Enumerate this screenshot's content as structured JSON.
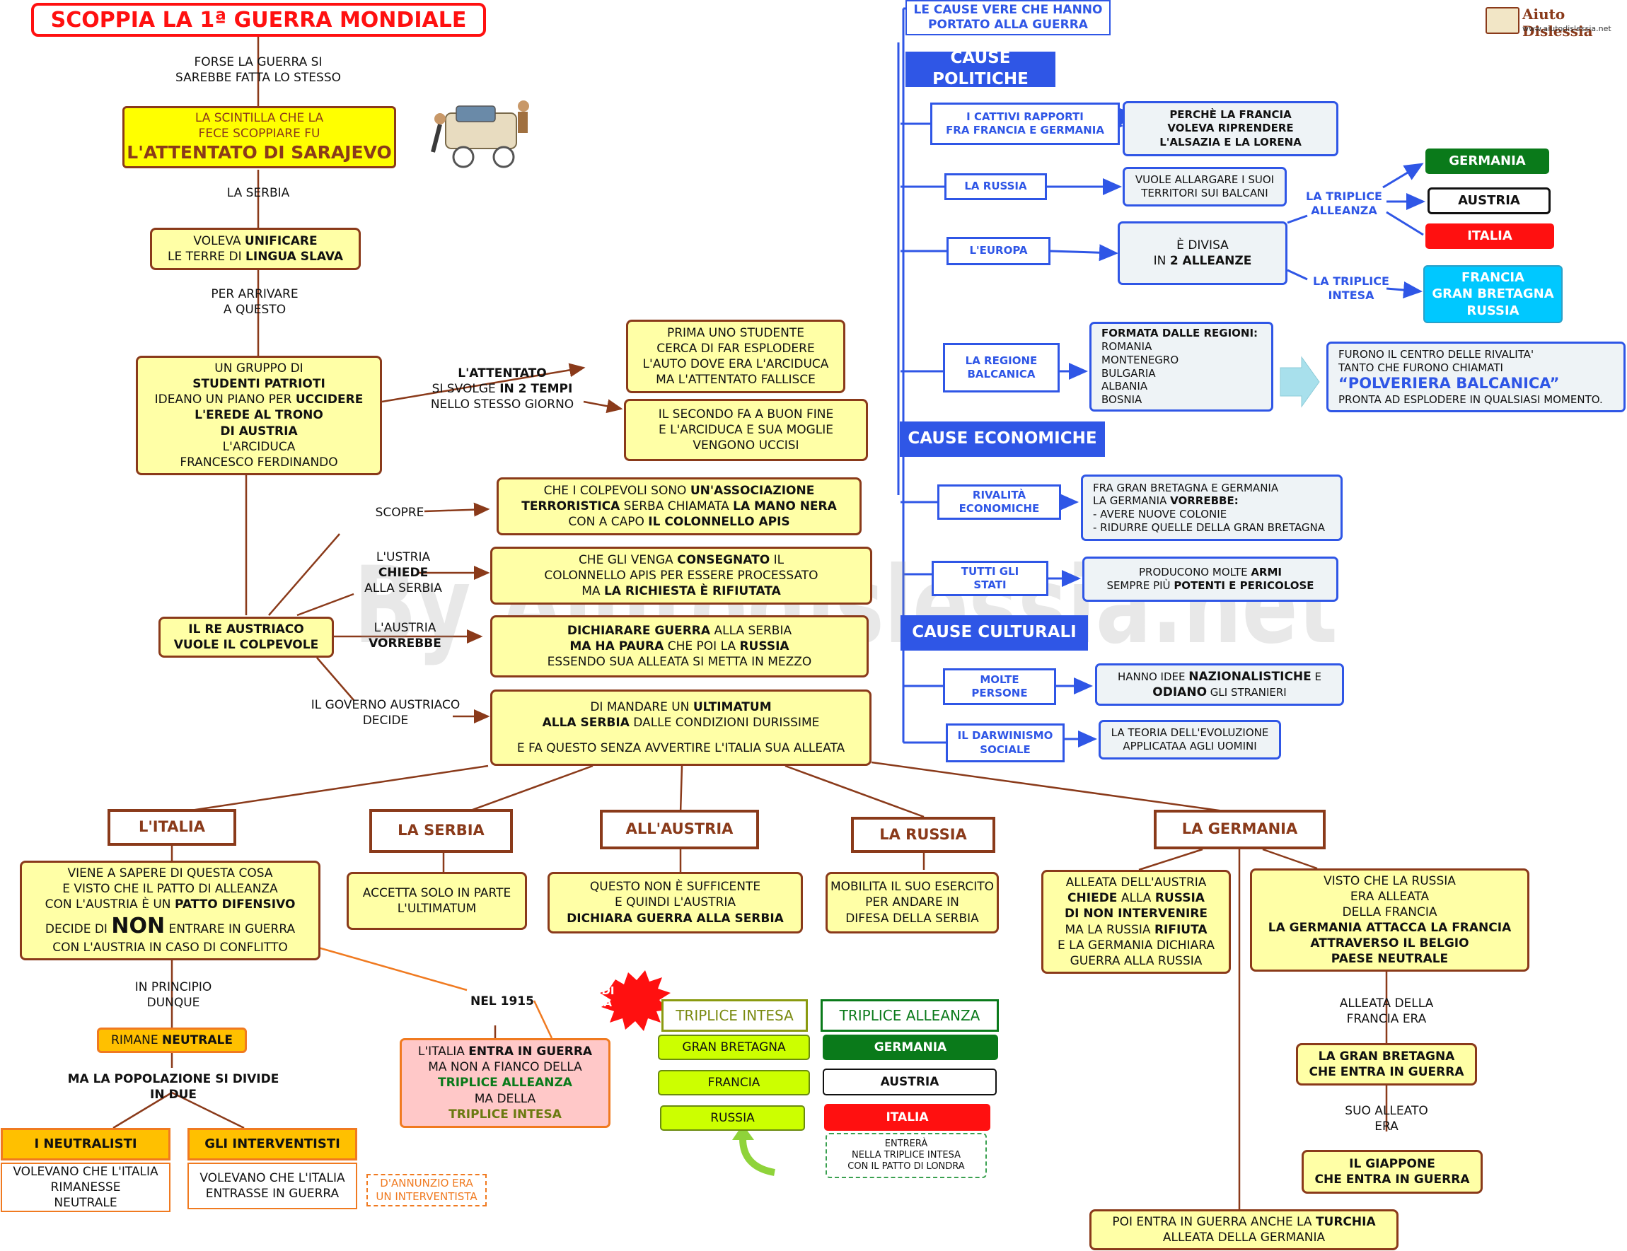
{
  "title": "SCOPPIA LA 1ª GUERRA MONDIALE",
  "brand": {
    "name": "Aiuto Dislessia",
    "url": "www.aiutodislessia.net"
  },
  "watermark": "By Aiutodislessia.net",
  "left": {
    "forse": [
      "FORSE LA GUERRA SI",
      "SAREBBE FATTA LO STESSO"
    ],
    "scintilla": {
      "lines": [
        "LA SCINTILLA CHE LA",
        "FECE SCOPPIARE FU"
      ],
      "bold": "L'ATTENTATO DI SARAJEVO"
    },
    "serbia_label": "LA SERBIA",
    "unificare": [
      "VOLEVA ",
      "UNIFICARE",
      "LE TERRE DI ",
      "LINGUA SLAVA"
    ],
    "per_arrivare": [
      "PER ARRIVARE",
      "A QUESTO"
    ],
    "gruppo": [
      "UN GRUPPO DI",
      "STUDENTI PATRIOTI",
      "IDEANO UN PIANO PER ",
      "UCCIDERE",
      "L'EREDE AL TRONO",
      "DI AUSTRIA",
      "L'ARCIDUCA",
      "FRANCESCO FERDINANDO"
    ],
    "attentato": [
      "L'ATTENTATO",
      "SI SVOLGE ",
      "IN 2 TEMPI",
      "NELLO STESSO GIORNO"
    ],
    "prima": [
      "PRIMA UNO STUDENTE",
      "CERCA DI FAR ESPLODERE",
      "L'AUTO DOVE ERA L'ARCIDUCA",
      "MA L'ATTENTATO FALLISCE"
    ],
    "secondo": [
      "IL SECONDO FA A BUON FINE",
      "E L'ARCIDUCA E SUA MOGLIE",
      "VENGONO UCCISI"
    ],
    "re": [
      "IL RE AUSTRIACO",
      "VUOLE IL COLPEVOLE"
    ],
    "scopre": "SCOPRE",
    "colpevoli": [
      "CHE I COLPEVOLI SONO ",
      "UN'ASSOCIAZIONE",
      "TERRORISTICA",
      " SERBA CHIAMATA ",
      "LA MANO NERA",
      "CON A CAPO ",
      "IL COLONNELLO APIS"
    ],
    "chiede": [
      "L'USTRIA",
      "CHIEDE",
      "ALLA SERBIA"
    ],
    "consegnato": [
      "CHE GLI VENGA ",
      "CONSEGNATO",
      " IL",
      "COLONNELLO APIS PER ESSERE PROCESSATO",
      "MA ",
      "LA RICHIESTA È RIFIUTATA"
    ],
    "vorrebbe": [
      "L'AUSTRIA",
      "VORREBBE"
    ],
    "dichiarare": [
      "DICHIARARE GUERRA",
      " ALLA SERBIA",
      "MA HA PAURA",
      " CHE POI LA ",
      "RUSSIA",
      "ESSENDO SUA ALLEATA SI METTA IN MEZZO"
    ],
    "governo": [
      "IL GOVERNO AUSTRIACO",
      "DECIDE"
    ],
    "ultimatum": [
      "DI MANDARE UN ",
      "ULTIMATUM",
      "ALLA SERBIA",
      " DALLE CONDIZIONI DURISSIME",
      "E FA QUESTO SENZA AVVERTIRE L'ITALIA SUA ALLEATA"
    ]
  },
  "countries": {
    "italia": "L'ITALIA",
    "serbia": "LA SERBIA",
    "austria": "ALL'AUSTRIA",
    "russia": "LA RUSSIA",
    "germania": "LA GERMANIA"
  },
  "italia": {
    "viene": [
      "VIENE A SAPERE DI QUESTA COSA",
      "E VISTO CHE IL PATTO DI ALLEANZA",
      "CON L'AUSTRIA È UN ",
      "PATTO DIFENSIVO",
      "DECIDE DI ",
      "NON",
      " ENTRARE IN GUERRA",
      "CON L'AUSTRIA IN CASO DI CONFLITTO"
    ],
    "in_principio": [
      "IN PRINCIPIO",
      "DUNQUE"
    ],
    "rimane": [
      "RIMANE ",
      "NEUTRALE"
    ],
    "popolazione": [
      "MA LA POPOLAZIONE SI DIVIDE",
      "IN DUE"
    ],
    "neutralisti": "I NEUTRALISTI",
    "interventisti": "GLI INTERVENTISTI",
    "volevano_n": [
      "VOLEVANO CHE L'ITALIA",
      "RIMANESSE",
      "NEUTRALE"
    ],
    "volevano_i": [
      "VOLEVANO CHE L'ITALIA",
      "ENTRASSE IN GUERRA"
    ],
    "dannunzio": [
      "D'ANNUNZIO ERA",
      "UN INTERVENTISTA"
    ],
    "nel1915": "NEL 1915",
    "patto": [
      "PATTO DI",
      "LONDRA"
    ],
    "entra": [
      "L'ITALIA ",
      "ENTRA IN GUERRA",
      "MA NON A FIANCO DELLA",
      "TRIPLICE ALLEANZA",
      "MA DELLA",
      "TRIPLICE INTESA"
    ]
  },
  "serbia_box": [
    "ACCETTA SOLO IN PARTE",
    "L'ULTIMATUM"
  ],
  "austria_box": [
    "QUESTO NON È SUFFICENTE",
    "E QUINDI L'AUSTRIA",
    "DICHIARA GUERRA ALLA SERBIA"
  ],
  "russia_box": [
    "MOBILITA IL SUO ESERCITO",
    "PER ANDARE IN",
    "DIFESA DELLA SERBIA"
  ],
  "germania": {
    "alleata": [
      "ALLEATA DELL'AUSTRIA",
      "CHIEDE",
      " ALLA ",
      "RUSSIA",
      "DI NON INTERVENIRE",
      "MA LA RUSSIA ",
      "RIFIUTA",
      "E LA GERMANIA DICHIARA",
      "GUERRA ALLA RUSSIA"
    ],
    "visto": [
      "VISTO CHE LA RUSSIA",
      "ERA ALLEATA",
      "DELLA FRANCIA",
      "LA GERMANIA ATTACCA LA FRANCIA",
      "ATTRAVERSO IL BELGIO",
      "PAESE NEUTRALE"
    ],
    "alleata_francia": [
      "ALLEATA DELLA",
      "FRANCIA ERA"
    ],
    "gran_bretagna": [
      "LA GRAN BRETAGNA",
      "CHE ENTRA IN GUERRA"
    ],
    "suo_alleato": [
      "SUO ALLEATO",
      "ERA"
    ],
    "giappone": [
      "IL GIAPPONE",
      "CHE ENTRA IN GUERRA"
    ],
    "turchia": [
      "POI ENTRA IN GUERRA ANCHE LA ",
      "TURCHIA",
      "ALLEATA DELLA GERMANIA"
    ]
  },
  "legend": {
    "intesa_title": "TRIPLICE INTESA",
    "intesa": [
      "GRAN BRETAGNA",
      "FRANCIA",
      "RUSSIA"
    ],
    "alleanza_title": "TRIPLICE ALLEANZA",
    "alleanza": [
      "GERMANIA",
      "AUSTRIA",
      "ITALIA"
    ],
    "note": [
      "ENTRERÀ",
      "NELLA TRIPLICE INTESA",
      "CON IL PATTO DI LONDRA"
    ]
  },
  "right": {
    "title": [
      "LE CAUSE VERE CHE HANNO",
      "PORTATO ALLA GUERRA"
    ],
    "politiche": "CAUSE POLITICHE",
    "rapporti": [
      "I CATTIVI RAPPORTI",
      "FRA FRANCIA E GERMANIA"
    ],
    "perche": [
      "PERCHÈ LA FRANCIA",
      "VOLEVA RIPRENDERE",
      "L'ALSAZIA E LA LORENA"
    ],
    "russia": "LA RUSSIA",
    "allargare": [
      "VUOLE ALLARGARE I SUOI",
      "TERRITORI SUI BALCANI"
    ],
    "europa": "L'EUROPA",
    "divisa": [
      "È DIVISA",
      "IN ",
      "2 ALLEANZE"
    ],
    "triplice_alleanza": [
      "LA TRIPLICE",
      "ALLEANZA"
    ],
    "triplice_intesa": [
      "LA TRIPLICE",
      "INTESA"
    ],
    "germania": "GERMANIA",
    "austria": "AUSTRIA",
    "italia": "ITALIA",
    "intesa_members": [
      "FRANCIA",
      "GRAN BRETAGNA",
      "RUSSIA"
    ],
    "balcanica": [
      "LA REGIONE",
      "BALCANICA"
    ],
    "formata": {
      "head": "FORMATA DALLE REGIONI:",
      "items": [
        "ROMANIA",
        "MONTENEGRO",
        "BULGARIA",
        "ALBANIA",
        "BOSNIA"
      ]
    },
    "polveriera": [
      "FURONO IL CENTRO DELLE RIVALITA'",
      "TANTO CHE FURONO CHIAMATI",
      "“POLVERIERA BALCANICA”",
      "PRONTA AD ESPLODERE IN QUALSIASI MOMENTO."
    ],
    "economiche": "CAUSE ECONOMICHE",
    "rivalita": [
      "RIVALITÀ",
      "ECONOMICHE"
    ],
    "fra_gb": [
      "FRA GRAN BRETAGNA E GERMANIA",
      "LA GERMANIA ",
      "VORREBBE:",
      "- AVERE NUOVE COLONIE",
      "- RIDURRE QUELLE DELLA GRAN BRETAGNA"
    ],
    "tutti": [
      "TUTTI GLI",
      "STATI"
    ],
    "producono": [
      "PRODUCONO MOLTE ",
      "ARMI",
      "SEMPRE PIÙ ",
      "POTENTI E PERICOLOSE"
    ],
    "culturali": "CAUSE CULTURALI",
    "molte": [
      "MOLTE",
      "PERSONE"
    ],
    "idee": [
      "HANNO IDEE ",
      "NAZIONALISTICHE",
      " E",
      "ODIANO",
      " GLI STRANIERI"
    ],
    "darwinismo": [
      "IL DARWINISMO",
      "SOCIALE"
    ],
    "teoria": [
      "LA TEORIA DELL'EVOLUZIONE",
      "APPLICATAA AGLI UOMINI"
    ]
  },
  "colors": {
    "brown": "#8a3a1a",
    "yellow": "#ffffa6",
    "blue": "#2f56e6",
    "green": "#0a7a1a",
    "red": "#ff1010",
    "lime": "#ccff00",
    "cyan": "#00c8ff",
    "orange": "#f07a20"
  }
}
